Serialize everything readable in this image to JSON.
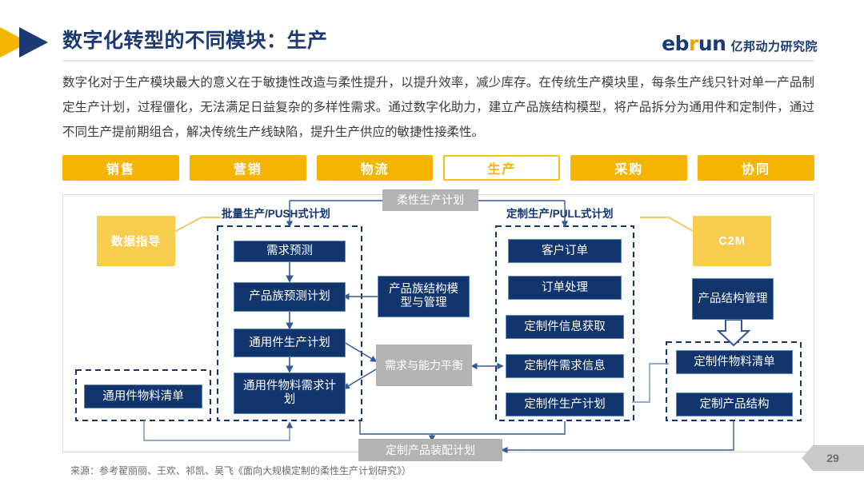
{
  "header": {
    "title": "数字化转型的不同模块：生产",
    "logo": {
      "brand_left": "eb",
      "brand_accent": "r",
      "brand_right": "un",
      "brand_cn": "亿邦动力研究院"
    },
    "arrow_icon_colors": {
      "gold": "#f5b400",
      "navy": "#1b3a73"
    }
  },
  "body": {
    "paragraph": "数字化对于生产模块最大的意义在于敏捷性改造与柔性提升，以提升效率，减少库存。在传统生产模块里，每条生产线只针对单一产品制定生产计划，过程僵化，无法满足日益复杂的多样性需求。通过数字化助力，建立产品族结构模型，将产品拆分为通用件和定制件，通过不同生产提前期组合，解决传统生产线缺陷，提升生产供应的敏捷性接柔性。"
  },
  "tabs": [
    {
      "label": "销售",
      "active": false
    },
    {
      "label": "营销",
      "active": false
    },
    {
      "label": "物流",
      "active": false
    },
    {
      "label": "生产",
      "active": true
    },
    {
      "label": "采购",
      "active": false
    },
    {
      "label": "协同",
      "active": false
    }
  ],
  "diagram": {
    "group_labels": [
      {
        "text": "批量生产/PUSH式计划"
      },
      {
        "text": "定制生产/PULL式计划"
      }
    ],
    "nodes": {
      "top_gray": "柔性生产计划",
      "data_guide": "数据指导",
      "c2m": "C2M",
      "demand_forecast": "需求预测",
      "family_forecast_plan": "产品族预测计划",
      "common_part_prod_plan": "通用件生产计划",
      "common_part_material_plan": "通用件物料需求计划",
      "family_structure_model": "产品族结构模型与管理",
      "capacity_balance": "需求与能力平衡",
      "common_part_bom": "通用件物料清单",
      "customer_order": "客户订单",
      "order_processing": "订单处理",
      "custom_info_capture": "定制件信息获取",
      "custom_demand_info": "定制件需求信息",
      "custom_prod_plan": "定制件生产计划",
      "product_structure_mgmt": "产品结构管理",
      "custom_bom": "定制件物料清单",
      "custom_product_structure": "定制产品结构",
      "bottom_gray": "定制产品装配计划"
    }
  },
  "footer": {
    "source": "来源：参考翟丽丽、王欢、祁凯、吴飞《面向大规模定制的柔性生产计划研究》）",
    "page_number": "29"
  },
  "colors": {
    "brand_yellow": "#f5b400",
    "brand_navy": "#1b3a73",
    "node_blue": "#12356e",
    "node_gray": "#b3b3b3",
    "node_yellow": "#f8cc4d"
  }
}
